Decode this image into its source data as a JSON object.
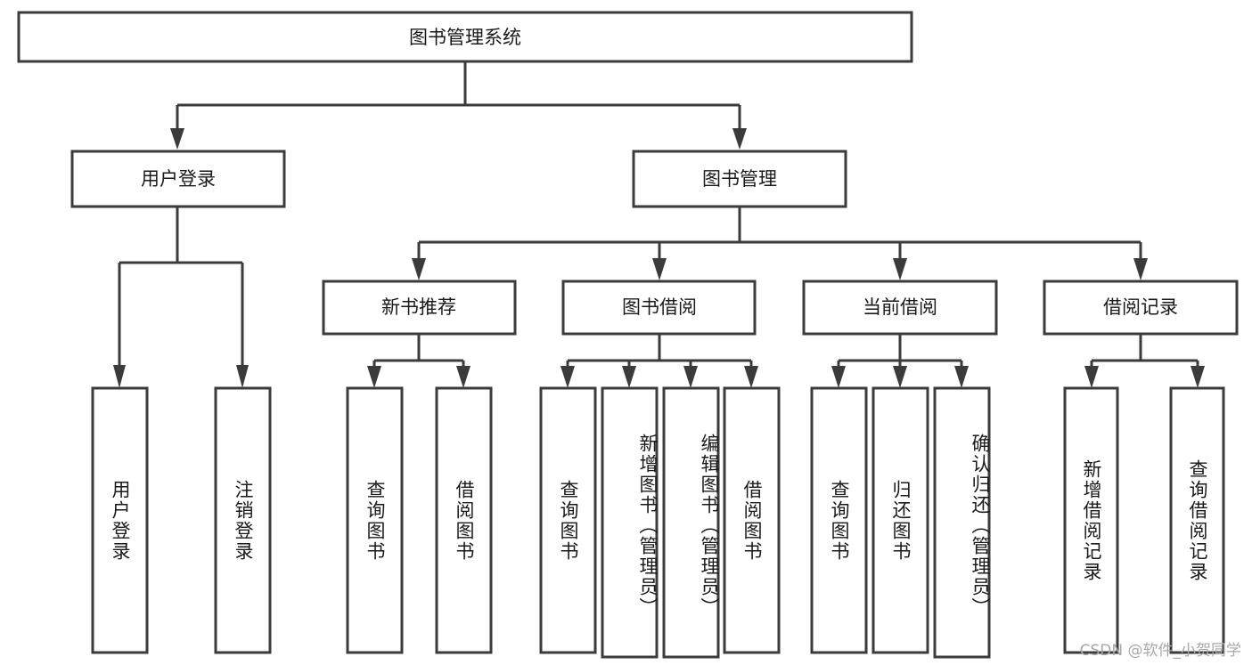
{
  "diagram": {
    "type": "tree-hierarchy",
    "title": "图书管理系统",
    "watermark": "CSDN @软件_小贺同学",
    "colors": {
      "stroke": "#3b3b3b",
      "fill": "#ffffff",
      "text": "#1a1a1a",
      "watermark": "#a8a8a8",
      "background": "#ffffff"
    },
    "root": {
      "label": "图书管理系统"
    },
    "level2": [
      {
        "label": "用户登录"
      },
      {
        "label": "图书管理"
      }
    ],
    "level3": [
      {
        "label": "新书推荐"
      },
      {
        "label": "图书借阅"
      },
      {
        "label": "当前借阅"
      },
      {
        "label": "借阅记录"
      }
    ],
    "leaves": {
      "user_login": [
        {
          "label": "用户登录"
        },
        {
          "label": "注销登录"
        }
      ],
      "new_book_recommend": [
        {
          "label": "查询图书"
        },
        {
          "label": "借阅图书"
        }
      ],
      "book_borrow": [
        {
          "label": "查询图书"
        },
        {
          "label": "新增图书（管理员）"
        },
        {
          "label": "编辑图书（管理员）"
        },
        {
          "label": "借阅图书"
        }
      ],
      "current_borrow": [
        {
          "label": "查询图书"
        },
        {
          "label": "归还图书"
        },
        {
          "label": "确认归还（管理员）"
        }
      ],
      "borrow_record": [
        {
          "label": "新增借阅记录"
        },
        {
          "label": "查询借阅记录"
        }
      ]
    }
  }
}
